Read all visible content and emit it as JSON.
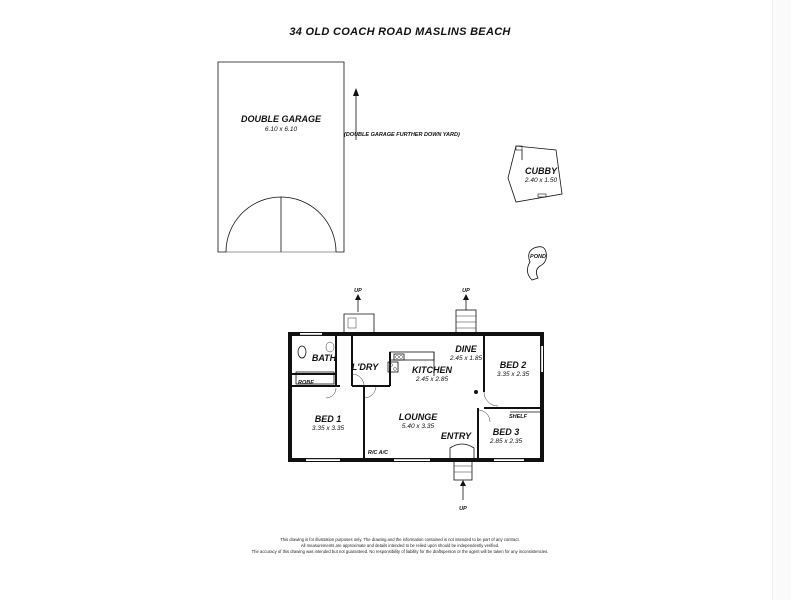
{
  "title": "34 OLD COACH ROAD MASLINS BEACH",
  "garage": {
    "name": "DOUBLE GARAGE",
    "size": "6.10 x 6.10"
  },
  "garage_note": "(DOUBLE GARAGE FURTHER DOWN YARD)",
  "cubby": {
    "name": "CUBBY",
    "size": "2.40 x 1.50"
  },
  "pond": "POND",
  "up_label": "UP",
  "rooms": {
    "bath": "BATH",
    "robe": "ROBE",
    "laundry": "L'DRY",
    "kitchen": {
      "name": "KITCHEN",
      "size": "2.45 x 2.85"
    },
    "dine": {
      "name": "DINE",
      "size": "2.45 x 1.85"
    },
    "bed1": {
      "name": "BED 1",
      "size": "3.35 x 3.35"
    },
    "lounge": {
      "name": "LOUNGE",
      "size": "5.40 x 3.35"
    },
    "bed2": {
      "name": "BED 2",
      "size": "3.35 x 2.35"
    },
    "bed3": {
      "name": "BED 3",
      "size": "2.85 x 2.35"
    },
    "shelf": "SHELF",
    "entry": "ENTRY",
    "rcac": "R/C A/C"
  },
  "disclaimer": [
    "This drawing is for illustration purposes only. The drawing and the information contained is not intended to be part of any contract.",
    "All measurements are approximate and details intended to be relied upon should be independently verified.",
    "The accuracy of this drawing was intended but not guaranteed. No responsibility of liability for the draftsperson or the agent will be taken for any inconsistencies."
  ]
}
